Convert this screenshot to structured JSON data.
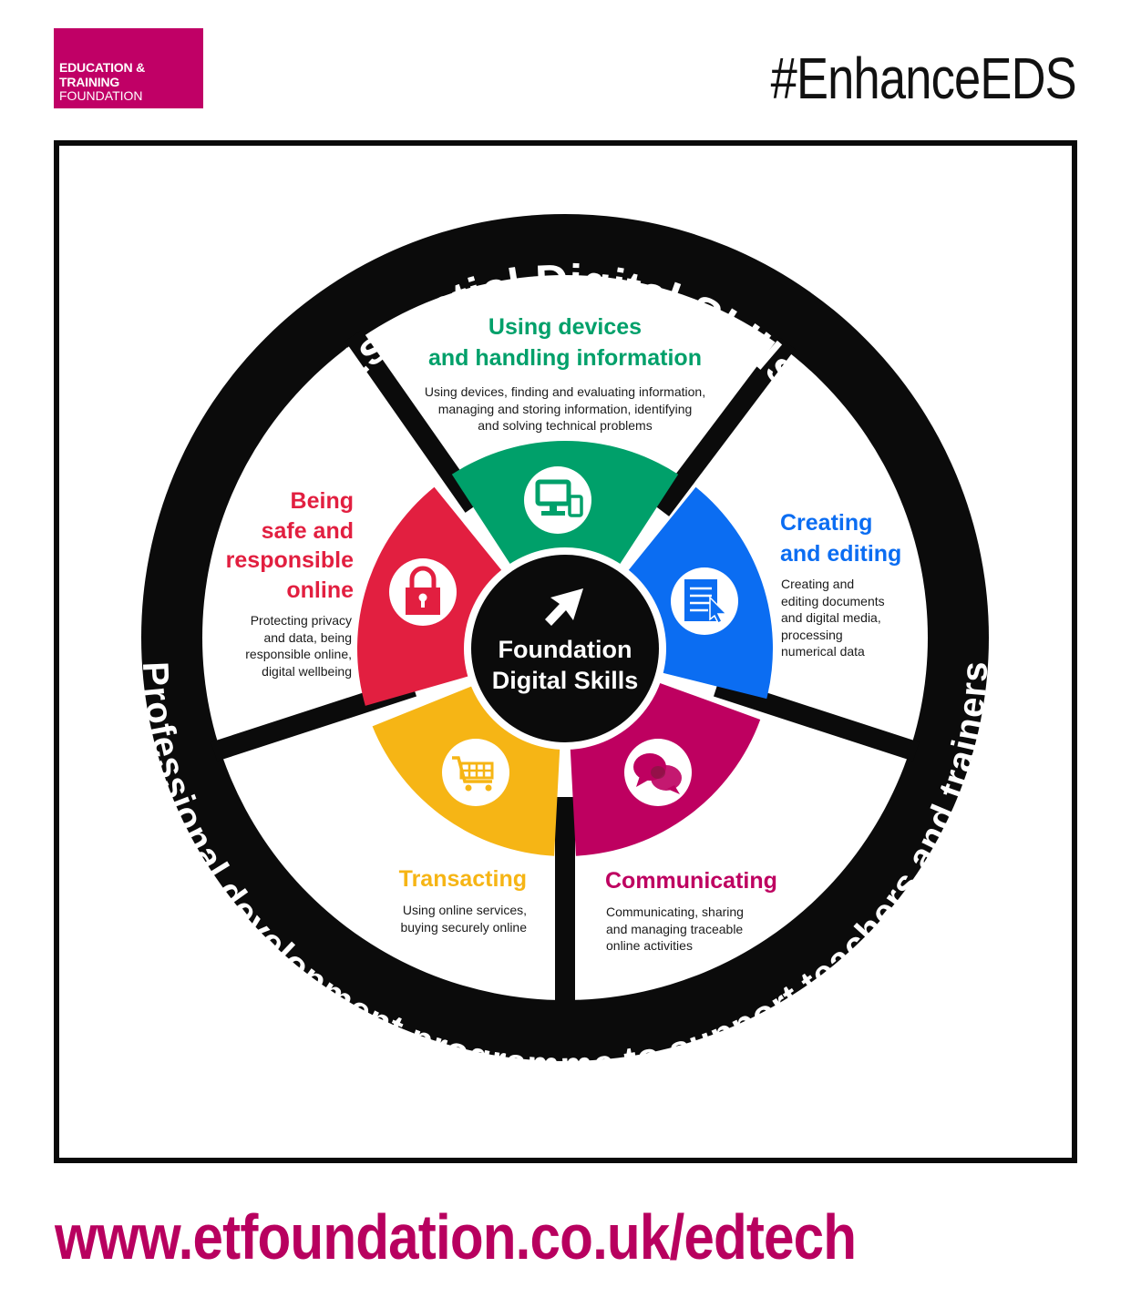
{
  "brand": {
    "logo_line1": "EDUCATION & TRAINING",
    "logo_line2": "FOUNDATION",
    "hashtag": "#EnhanceEDS",
    "url": "www.etfoundation.co.uk/edtech"
  },
  "wheel": {
    "outer_top_label": "Essential Digital Skills",
    "outer_bottom_label": "Professional development programme to support teachers and trainers",
    "center_line1": "Foundation",
    "center_line2": "Digital Skills"
  },
  "segments": [
    {
      "id": "devices",
      "title_lines": [
        "Using devices",
        "and handling information"
      ],
      "desc_lines": [
        "Using devices, finding and evaluating information,",
        "managing and storing information, identifying",
        "and solving technical problems"
      ],
      "color": "#00a06a",
      "icon": "computer-monitor-phone-icon"
    },
    {
      "id": "creating",
      "title_lines": [
        "Creating",
        "and editing"
      ],
      "desc_lines": [
        "Creating and",
        "editing documents",
        "and digital media,",
        "processing",
        "numerical data"
      ],
      "color": "#0b6df2",
      "icon": "document-cursor-icon"
    },
    {
      "id": "communicating",
      "title_lines": [
        "Communicating"
      ],
      "desc_lines": [
        "Communicating, sharing",
        "and managing traceable",
        "online activities"
      ],
      "color": "#be0060",
      "icon": "speech-bubbles-icon"
    },
    {
      "id": "transacting",
      "title_lines": [
        "Transacting"
      ],
      "desc_lines": [
        "Using online services,",
        "buying securely online"
      ],
      "color": "#f6b515",
      "icon": "shopping-cart-icon"
    },
    {
      "id": "safe",
      "title_lines": [
        "Being",
        "safe and",
        "responsible",
        "online"
      ],
      "desc_lines": [
        "Protecting privacy",
        "and data, being",
        "responsible online,",
        "digital wellbeing"
      ],
      "color": "#e21f40",
      "icon": "padlock-icon"
    }
  ]
}
